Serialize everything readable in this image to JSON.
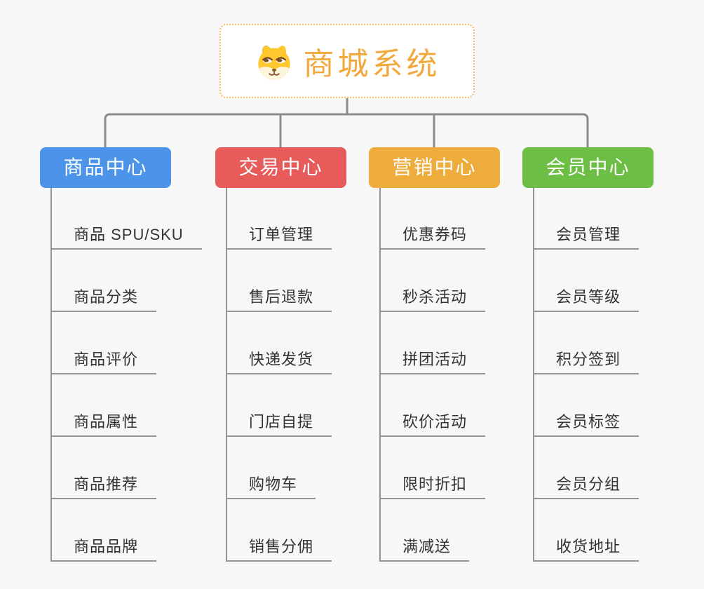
{
  "colors": {
    "background": "#F7F7F7",
    "connector": "#8C8C8C",
    "line": "#949494",
    "root_accent": "#F2A93C",
    "root_border": "#F6BE63",
    "branch_product": "#4B94E9",
    "branch_trade": "#E75B5B",
    "branch_marketing": "#EEAC3D",
    "branch_member": "#6DBE45"
  },
  "root": {
    "title": "商城系统",
    "icon": "dog-face-icon"
  },
  "branches": [
    {
      "label": "商品中心",
      "color": "#4B94E9",
      "items": [
        "商品 SPU/SKU",
        "商品分类",
        "商品评价",
        "商品属性",
        "商品推荐",
        "商品品牌"
      ]
    },
    {
      "label": "交易中心",
      "color": "#E75B5B",
      "items": [
        "订单管理",
        "售后退款",
        "快递发货",
        "门店自提",
        "购物车",
        "销售分佣"
      ]
    },
    {
      "label": "营销中心",
      "color": "#EEAC3D",
      "items": [
        "优惠券码",
        "秒杀活动",
        "拼团活动",
        "砍价活动",
        "限时折扣",
        "满减送"
      ]
    },
    {
      "label": "会员中心",
      "color": "#6DBE45",
      "items": [
        "会员管理",
        "会员等级",
        "积分签到",
        "会员标签",
        "会员分组",
        "收货地址"
      ]
    }
  ]
}
